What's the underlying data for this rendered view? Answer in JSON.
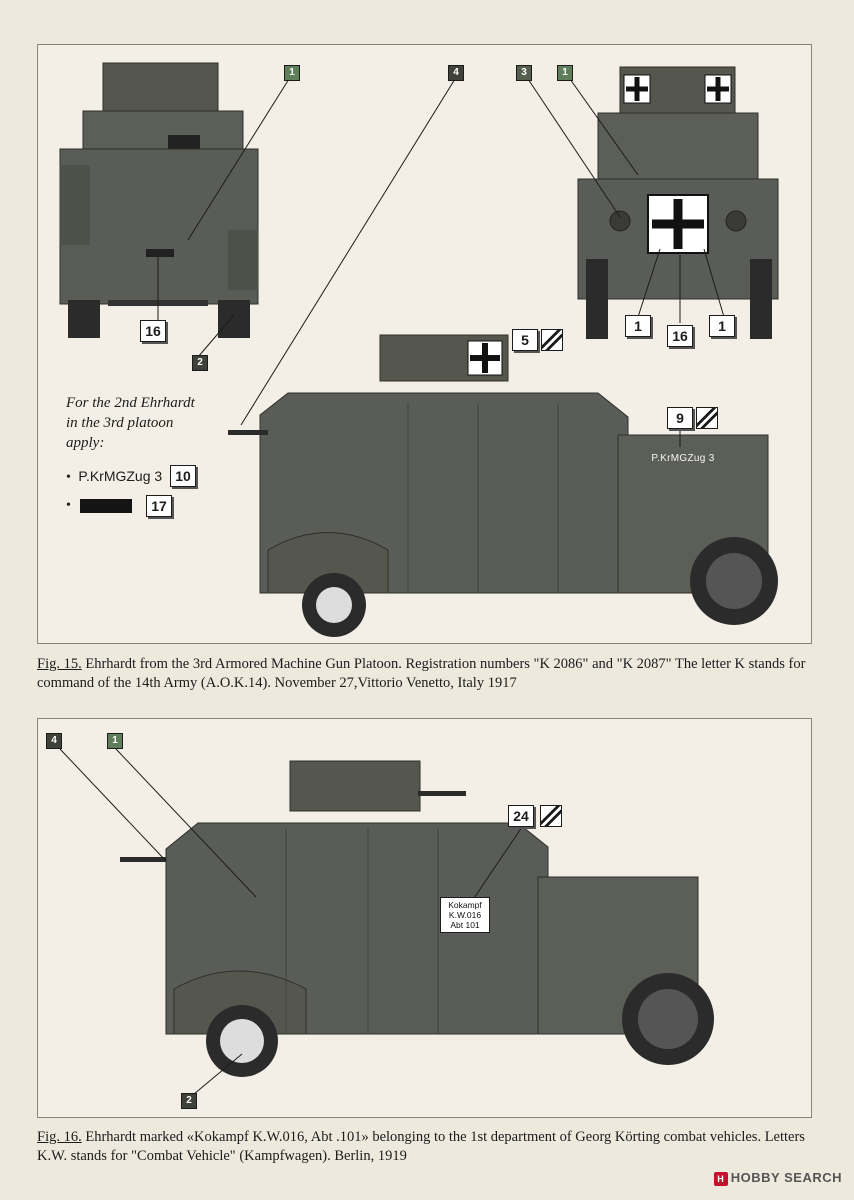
{
  "fig15": {
    "callouts": {
      "front_1": "1",
      "front_16": "16",
      "front_2": "2",
      "side_4": "4",
      "rear_3": "3",
      "rear_1": "1",
      "rear_1a": "1",
      "rear_16": "16",
      "rear_1b": "1",
      "side_5": "5",
      "side_9": "9"
    },
    "note": {
      "line1": "For the 2nd Ehrhardt",
      "line2": "in the 3rd platoon",
      "line3": "apply:",
      "item1_text": "P.KrMGZug 3",
      "item1_num": "10",
      "item2_num": "17",
      "bullet": "•"
    },
    "plate_text": "P.KrMGZug 3",
    "caption_ref": "Fig. 15.",
    "caption_text": " Ehrhardt from the 3rd Armored Machine Gun Platoon. Registration numbers \"K 2086\" and \"K 2087\"  The letter K stands for command of the 14th Army (A.O.K.14). November 27,Vittorio Venetto, Italy 1917"
  },
  "fig16": {
    "callouts": {
      "side_4": "4",
      "side_1": "1",
      "side_24": "24",
      "side_2": "2"
    },
    "kokampf": {
      "line1": "Kokampf",
      "line2": "K.W.016",
      "line3": "Abt 101"
    },
    "caption_ref": "Fig. 16.",
    "caption_text": " Ehrhardt marked «Kokampf K.W.016, Abt .101» belonging to the 1st department of Georg Körting combat vehicles. Letters K.W. stands for \"Combat Vehicle\" (Kampfwagen). Berlin, 1919"
  },
  "watermark": {
    "logo": "H",
    "text": "HOBBY SEARCH"
  },
  "colors": {
    "hull": "#5a5c57",
    "hull_dark": "#484a45",
    "paper": "#eee9dd"
  }
}
